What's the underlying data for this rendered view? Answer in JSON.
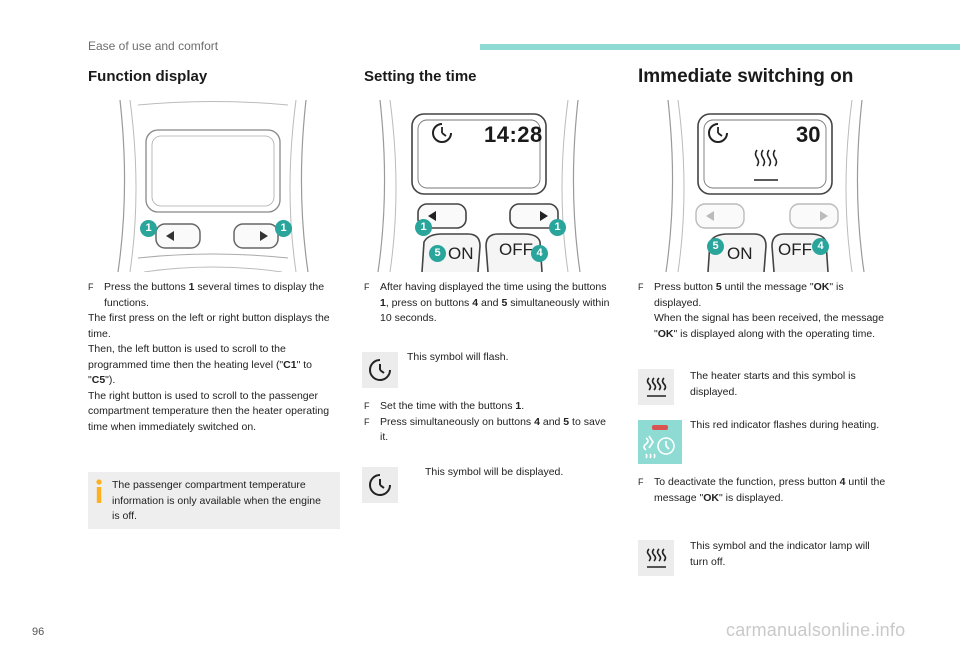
{
  "header": {
    "section": "Ease of use and comfort"
  },
  "col1": {
    "title": "Function display",
    "callout_left": "1",
    "callout_right": "1",
    "bullet_symbol": "F",
    "b1_pre": "Press the buttons ",
    "b1_bold": "1",
    "b1_post": " several times to display the functions.",
    "p1": "The first press on the left or right button displays the time.",
    "p2_pre": "Then, the left button is used to scroll to the programmed time then the heating level (\"",
    "p2_c1": "C1",
    "p2_mid": "\" to \"",
    "p2_c5": "C5",
    "p2_post": "\").",
    "p3": "The right button is used to scroll to the passenger compartment temperature then the heater operating time when immediately switched on.",
    "info": "The passenger compartment temperature information is only available when the engine is off."
  },
  "col2": {
    "title": "Setting the time",
    "display_time": "14:28",
    "callout_left": "1",
    "callout_right": "1",
    "callout_on": "5",
    "callout_off": "4",
    "on_label": "ON",
    "off_label": "OFF",
    "bullet_symbol": "F",
    "b1_pre": "After having displayed the time using the buttons ",
    "b1_bold1": "1",
    "b1_mid": ", press on buttons ",
    "b1_bold2": "4",
    "b1_mid2": " and ",
    "b1_bold3": "5",
    "b1_post": " simultaneously within 10 seconds.",
    "sym1_text": "This symbol will flash.",
    "b2_pre": "Set the time with the buttons ",
    "b2_bold": "1",
    "b2_post": ".",
    "b3_pre": "Press simultaneously on buttons ",
    "b3_bold1": "4",
    "b3_mid": " and ",
    "b3_bold2": "5",
    "b3_post": " to save it.",
    "sym2_text": "This symbol will be displayed."
  },
  "col3": {
    "title": "Immediate switching on",
    "display_value": "30",
    "callout_on": "5",
    "callout_off": "4",
    "on_label": "ON",
    "off_label": "OFF",
    "bullet_symbol": "F",
    "b1_pre": "Press button ",
    "b1_bold": "5",
    "b1_mid": " until the message \"",
    "b1_ok": "OK",
    "b1_post": "\" is displayed.",
    "b1_p2_pre": "When the signal has been received, the message \"",
    "b1_p2_ok": "OK",
    "b1_p2_post": "\" is displayed along with the operating time.",
    "sym1_text": "The heater starts and this symbol is displayed.",
    "sym2_text": "This red indicator flashes during heating.",
    "b2_pre": "To deactivate the function, press button ",
    "b2_bold": "4",
    "b2_mid": " until the message \"",
    "b2_ok": "OK",
    "b2_post": "\" is displayed.",
    "sym3_text": "This symbol and the indicator lamp will turn off."
  },
  "footer": {
    "page_number": "96",
    "watermark": "carmanualsonline.info"
  },
  "colors": {
    "callout": "#2aa59c",
    "teal_bar": "#8edbd3",
    "red_indicator": "#d9534f",
    "info_icon": "#ffb020"
  }
}
